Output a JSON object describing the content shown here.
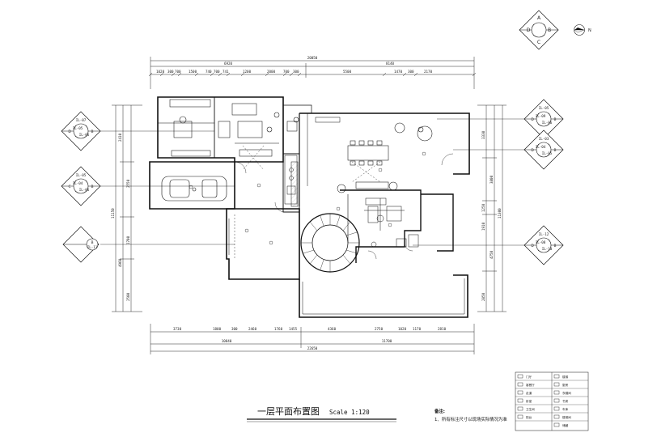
{
  "drawing": {
    "title": "一层平面布置图",
    "scale_label": "Scale 1:120",
    "notes_heading": "备注:",
    "notes_line": "1、所有标注尺寸以现场实际情况为准",
    "north_label": "N"
  },
  "index_symbol": {
    "top": "A",
    "left": "D",
    "right": "B",
    "bottom": "C"
  },
  "dimensions": {
    "top_overall": "20050",
    "top_left_sub": "6920",
    "top_right_sub": "8140",
    "top_segments": [
      "1020",
      "300",
      "700",
      "1500",
      "740",
      "700",
      "741",
      "1200",
      "2000",
      "700",
      "300",
      "5500",
      "1470",
      "300",
      "2170"
    ],
    "bottom_segments": [
      "3730",
      "1800",
      "300",
      "2460",
      "1760",
      "1455",
      "4360",
      "2750",
      "1020",
      "1170",
      "2810"
    ],
    "bottom_left_sub": "10840",
    "bottom_right_sub": "11700",
    "bottom_overall": "22650",
    "left_segments": [
      "2410",
      "2550",
      "1700",
      "4960",
      "2500"
    ],
    "left_overall": "11150",
    "right_segments": [
      "3330",
      "3800",
      "1250",
      "1910",
      "4750",
      "2850"
    ],
    "right_overall": "11300"
  },
  "index_markers": [
    {
      "id": "ml1",
      "left": "D",
      "right": "B",
      "mid_left": "IL-05",
      "mid_right": "IL-06",
      "top": "IL-07"
    },
    {
      "id": "ml2",
      "left": "C",
      "right": "B",
      "mid_left": "IL-04",
      "mid_right": "IL-06",
      "top": "IL-05"
    },
    {
      "id": "ml3",
      "left": "",
      "right": "B",
      "mid_left": "",
      "mid_right": "IL-11",
      "top": ""
    },
    {
      "id": "mr1",
      "left": "D",
      "right": "B",
      "mid_left": "IL-09",
      "mid_right": "IL-06",
      "top": "IL-05"
    },
    {
      "id": "mr2",
      "left": "D",
      "right": "B",
      "mid_left": "IL-04",
      "mid_right": "IL-05",
      "top": "IL-03"
    },
    {
      "id": "mr3",
      "left": "D",
      "right": "B",
      "mid_left": "IL-08",
      "mid_right": "IL-10",
      "top": "IL-12"
    }
  ],
  "legend": [
    {
      "left": "门厅",
      "right": "楼梯"
    },
    {
      "left": "客餐厅",
      "right": "厨房"
    },
    {
      "left": "走道",
      "right": "衣帽间"
    },
    {
      "left": "卧室",
      "right": "书房"
    },
    {
      "left": "卫生间",
      "right": "车库"
    },
    {
      "left": "阳台",
      "right": "楼梯间"
    },
    {
      "left": "",
      "right": "储藏"
    }
  ]
}
